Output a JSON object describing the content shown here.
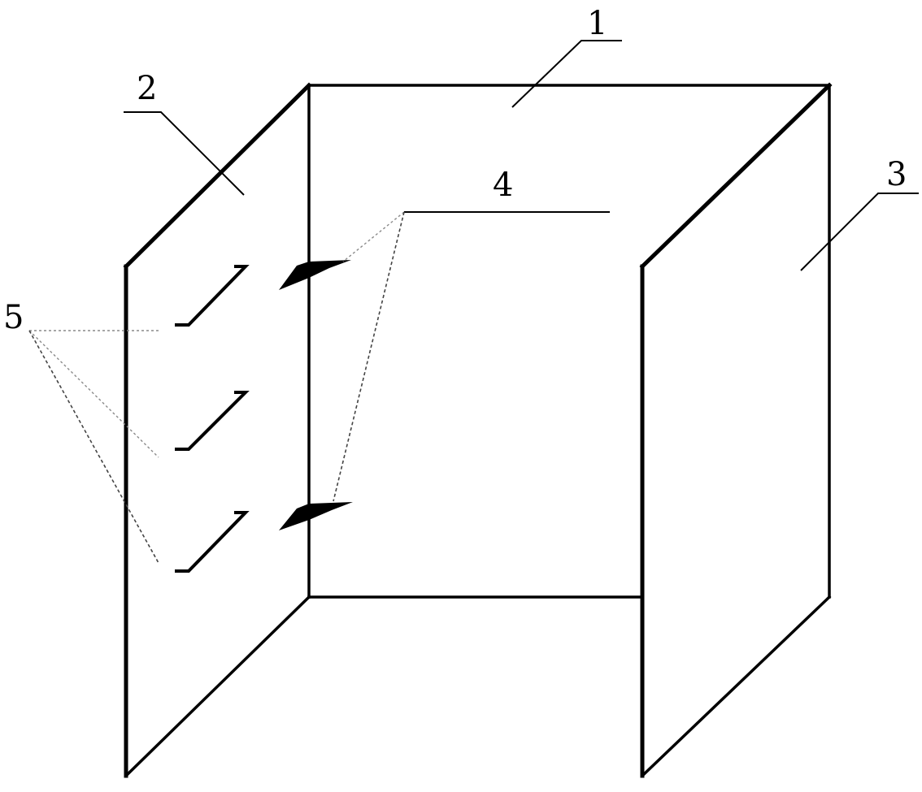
{
  "labels": {
    "part_1": "1",
    "part_2": "2",
    "part_3": "3",
    "part_4": "4",
    "part_5": "5"
  },
  "colors": {
    "line": "#000000",
    "background": "#ffffff"
  }
}
